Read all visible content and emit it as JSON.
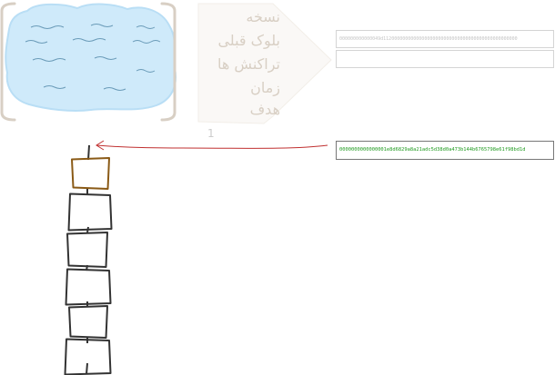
{
  "header_fields": {
    "version_label": "نسخه",
    "prev_block_label": "بلوک قبلی",
    "transactions_label": "تراکنش ها",
    "time_label": "زمان",
    "target_label": "هدف"
  },
  "nonce_value": "1",
  "prev_hash": "000000000000049d1120000000000000000000000000000000000000000000000",
  "empty_field": "",
  "current_hash": "0000000000000001e8d6829a8a21adc5d38d0a473b144b6765798e61f98bd1d",
  "blockchain": {
    "block_count": 6
  },
  "colors": {
    "current_block": "#8a5a16",
    "chain_block": "#333333",
    "arrow": "#c03030",
    "hash_text": "#1e9a1e",
    "cloud_fill": "#cfeafa",
    "label_text": "#d8cfc4"
  }
}
